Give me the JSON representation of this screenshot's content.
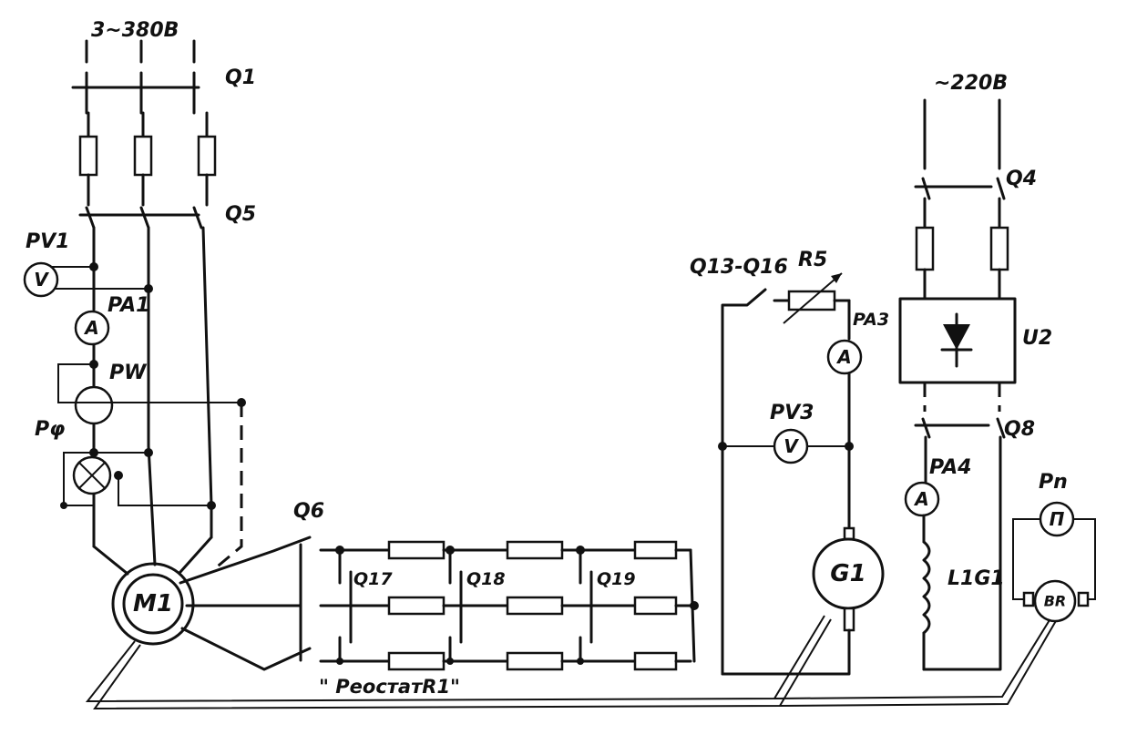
{
  "supply": {
    "three_phase": "3~380В",
    "single_phase": "~220В"
  },
  "switches": {
    "q1": "Q1",
    "q5": "Q5",
    "q4": "Q4",
    "q8": "Q8",
    "q6": "Q6",
    "q17": "Q17",
    "q18": "Q18",
    "q19": "Q19",
    "q13_q16": "Q13-Q16"
  },
  "instruments": {
    "pv1": "PV1",
    "pa1": "PA1",
    "pw": "PW",
    "pphi": "Pφ",
    "pa3": "PA3",
    "pv3": "PV3",
    "pa4": "PA4",
    "pn": "Pn"
  },
  "instrument_symbols": {
    "voltmeter": "V",
    "ammeter": "A",
    "tachometer": "П"
  },
  "components": {
    "m1": "M1",
    "g1": "G1",
    "r5": "R5",
    "u2": "U2",
    "l1g1": "L1G1",
    "br": "BR"
  },
  "captions": {
    "rheostat": "\" РеостатR1\""
  }
}
